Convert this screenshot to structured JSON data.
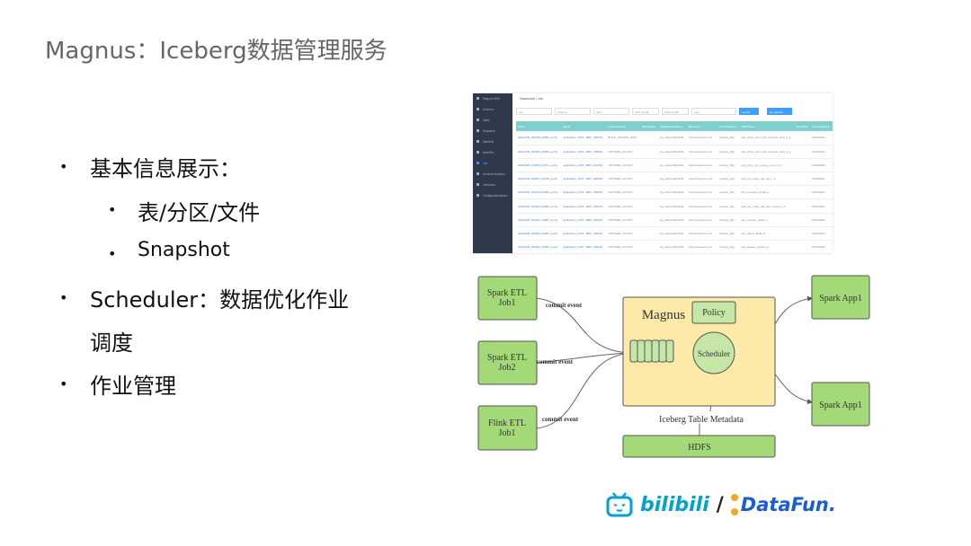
{
  "title": "Magnus：Iceberg数据管理服务",
  "bullets": {
    "b1": "基本信息展示：",
    "b1a": "表/分区/文件",
    "b1b": "Snapshot",
    "b2": "Scheduler：数据优化作业",
    "b2cont": "调度",
    "b3": "作业管理"
  },
  "screenshot": {
    "sidebar": [
      "Magnus Web",
      "Schema",
      "Table",
      "Snapshot",
      "Manifest",
      "DataFile",
      "Job",
      "ArchiveJobAction",
      "JobAction",
      "ConfigurationAction"
    ],
    "breadcrumb": "Dashboard / Job",
    "filters": {
      "type": "ALL",
      "schema": "schema",
      "table": "table",
      "date_from": "2021-12-05",
      "date_to": "2021-12-05",
      "user": "user",
      "search": "search",
      "add": "job params"
    },
    "columns": [
      "JobId",
      "AppId",
      "OperationType",
      "MergeType",
      "PartitionConditions",
      "Resource",
      "SchemaName",
      "TableName",
      "ErrorMsg",
      "ExecuteStatus"
    ],
    "rows": [
      [
        "20211205_004739_00001_ee7rg",
        "application_1637...0807_305709",
        "BUILD_INDICES_DATA",
        "",
        "log_date=20211204",
        "class Resource {cor...",
        "iceberg_bdp",
        "ads_prism_anti_topic_hotword_rank_a_d",
        "",
        "FINISHED"
      ],
      [
        "20211205_002500_00000_ee7rg",
        "application_1637...0807_305691",
        "OPTIMIZE_ACTION",
        "",
        "log_date=20211204",
        "class Resource {cor...",
        "iceberg_bdp",
        "ads_prism_anti_topic_hotword_rank_a_d",
        "",
        "FINISHED"
      ],
      [
        "20211205_012500_00071_ee7rg",
        "application_1637...0807_301201",
        "OPTIMIZE_ACTION",
        "",
        "log_date=20211204",
        "class Resource {cor...",
        "iceberg_bdp",
        "ads_prism_pty_active_mus_tm_d",
        "",
        "FINISHED"
      ],
      [
        "20211205_012501_00070_ee7rg",
        "application_1637...0807_300508",
        "OPTIMIZE_ACTION",
        "",
        "log_date=20211204",
        "class Resource {cor...",
        "iceberg_bdp",
        "dwd_pty_entity_pid_bsp_i_d",
        "",
        "FINISHED"
      ],
      [
        "20211205_012500_00069_ee7rg",
        "application_1637...0807_300503",
        "OPTIMIZE_ACTION",
        "",
        "log_date=20211204",
        "class Resource {cor...",
        "iceberg_bdp",
        "live_consume_detail_d",
        "",
        "FINISHED"
      ],
      [
        "20211205_004500_00068_ee7rg",
        "application_1637...0807_330104",
        "OPTIMIZE_ACTION",
        "",
        "log_date=20211204",
        "class Resource {cor...",
        "iceberg_bdp",
        "dwd_pty_entity_pid_bsp_normal_i_d",
        "",
        "FINISHED"
      ],
      [
        "20211205_002501_00067_ee7rg",
        "application_1637...0807_330161",
        "OPTIMIZE_ACTION",
        "",
        "log_date=20211204",
        "class Resource {cor...",
        "iceberg_bdp",
        "live_consum_detail_d",
        "",
        "FINISHED"
      ],
      [
        "20211205_002500_00066_ee7rg",
        "application_1637...0807_330163",
        "OPTIMIZE_ACTION",
        "",
        "log_date=20211204",
        "class Resource {cor...",
        "iceberg_bdp",
        "live_watch_detail_d",
        "",
        "FINISHED"
      ],
      [
        "20211205_002500_00065_ee7rg",
        "application_1637...0807_330162",
        "OPTIMIZE_ACTION",
        "",
        "log_date=20211204",
        "class Resource {cor...",
        "iceberg_bdp",
        "live_feature_session_d",
        "",
        "FINISHED"
      ]
    ]
  },
  "diagram": {
    "spark_job1": [
      "Spark ETL",
      "Job1"
    ],
    "spark_job2": [
      "Spark ETL",
      "Job2"
    ],
    "flink_job1": [
      "Flink ETL",
      "Job1"
    ],
    "commit_event": "commit event",
    "magnus": "Magnus",
    "policy": "Policy",
    "scheduler": "Scheduler",
    "metadata": "Iceberg Table Metadata",
    "hdfs": "HDFS",
    "app1": "Spark App1",
    "app2": "Spark App1"
  },
  "logo": {
    "bilibili": "bilibili",
    "sep": "/",
    "datafun": "DataFun."
  },
  "colors": {
    "green": "#a3d977",
    "yellow": "#fde9a8",
    "teal_header": "#80cfcf",
    "sidebar": "#2e3a4b",
    "bilibili": "#00a1d6",
    "datafun_blue": "#1a5bd6",
    "datafun_orange": "#f5a623"
  }
}
